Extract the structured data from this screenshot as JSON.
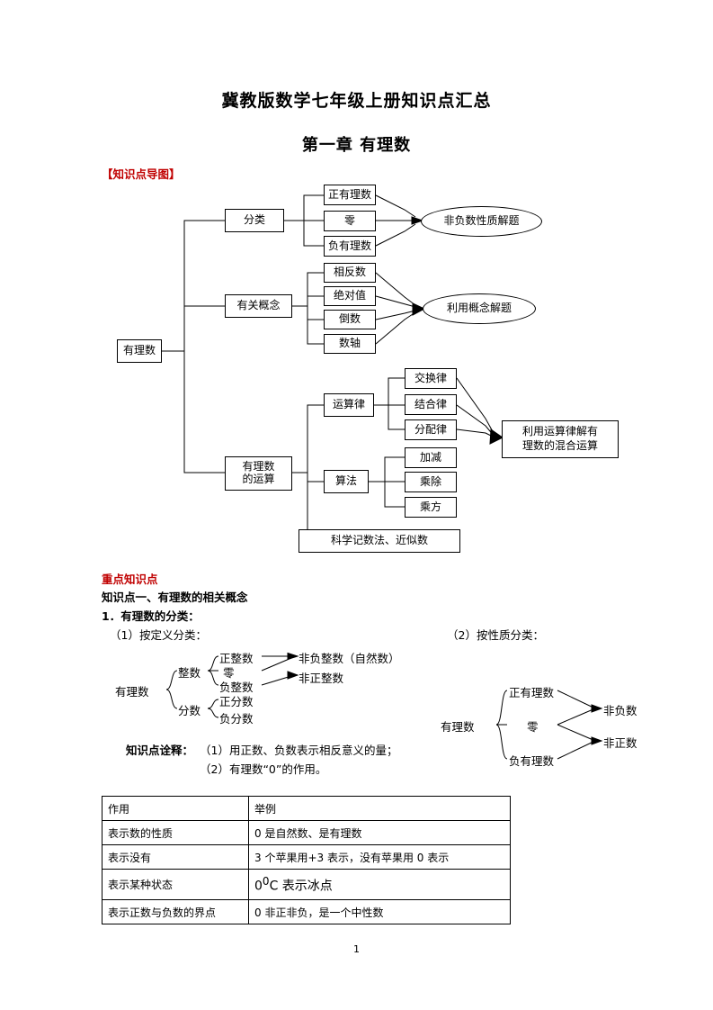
{
  "doc": {
    "title1": "冀教版数学七年级上册知识点汇总",
    "title2": "第一章  有理数",
    "section_map_label": "【知识点导图】",
    "section_key_label": "重点知识点",
    "kp1_heading": "知识点一、有理数的相关概念",
    "kp1_sub1": "1．有理数的分类：",
    "kp1_sub1_a": "（1）按定义分类：",
    "kp1_sub1_b": "（2）按性质分类：",
    "explain_label": "知识点诠释：",
    "explain_1": "（1）用正数、负数表示相反意义的量；",
    "explain_2": "（2）有理数“0”的作用。",
    "page_number": "1"
  },
  "mindmap": {
    "root": "有理数",
    "branch_classify": "分类",
    "classify_children": [
      "正有理数",
      "零",
      "负有理数"
    ],
    "classify_result": "非负数性质解题",
    "branch_concept": "有关概念",
    "concept_children": [
      "相反数",
      "绝对值",
      "倒数",
      "数轴"
    ],
    "concept_result": "利用概念解题",
    "branch_operation": "有理数\n的运算",
    "law_label": "运算律",
    "law_children": [
      "交换律",
      "结合律",
      "分配律"
    ],
    "method_label": "算法",
    "method_children": [
      "加减",
      "乘除",
      "乘方"
    ],
    "operation_result": "利用运算律解有\n理数的混合运算",
    "sci_note": "科学记数法、近似数"
  },
  "diagram_definition": {
    "root": "有理数",
    "group1": "整数",
    "group1_items": [
      "正整数",
      "零",
      "负整数"
    ],
    "group2": "分数",
    "group2_items": [
      "正分数",
      "负分数"
    ],
    "result1": "非负整数（自然数）",
    "result2": "非正整数"
  },
  "diagram_property": {
    "root": "有理数",
    "items": [
      "正有理数",
      "零",
      "负有理数"
    ],
    "results": [
      "非负数",
      "非正数"
    ]
  },
  "table": {
    "headers": [
      "作用",
      "举例"
    ],
    "rows": [
      {
        "c1": "表示数的性质",
        "c2": "0 是自然数、是有理数"
      },
      {
        "c1": "表示没有",
        "c2": "3 个苹果用+3 表示，没有苹果用 0 表示"
      },
      {
        "c1": "表示某种状态",
        "c2": "0",
        "sup": "0",
        "c2b": "C 表示冰点"
      },
      {
        "c1": "表示正数与负数的界点",
        "c2": "0 非正非负，是一个中性数"
      }
    ]
  },
  "colors": {
    "red_heading": "#c00000",
    "line": "#000000"
  }
}
